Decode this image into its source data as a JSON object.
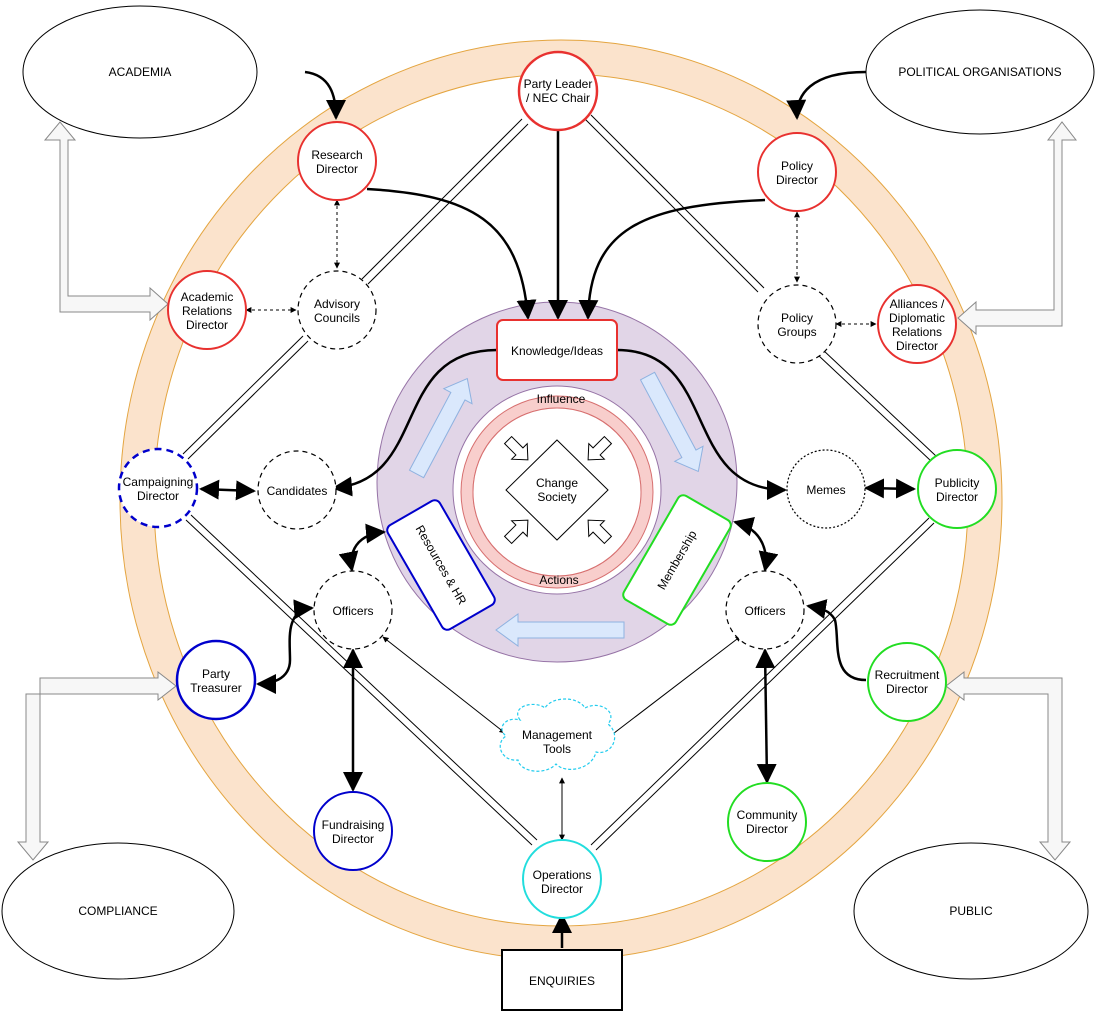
{
  "external": {
    "academia": "ACADEMIA",
    "political_organisations": "POLITICAL ORGANISATIONS",
    "compliance": "COMPLIANCE",
    "public": "PUBLIC",
    "enquiries": "ENQUIRIES"
  },
  "roles": {
    "party_leader": [
      "Party Leader",
      "/ NEC Chair"
    ],
    "research_director": [
      "Research",
      "Director"
    ],
    "policy_director": [
      "Policy",
      "Director"
    ],
    "academic_relations_director": [
      "Academic",
      "Relations",
      "Director"
    ],
    "alliances_director": [
      "Alliances /",
      "Diplomatic",
      "Relations",
      "Director"
    ],
    "campaigning_director": [
      "Campaigning",
      "Director"
    ],
    "publicity_director": [
      "Publicity",
      "Director"
    ],
    "party_treasurer": [
      "Party",
      "Treasurer"
    ],
    "recruitment_director": [
      "Recruitment",
      "Director"
    ],
    "fundraising_director": [
      "Fundraising",
      "Director"
    ],
    "community_director": [
      "Community",
      "Director"
    ],
    "operations_director": [
      "Operations",
      "Director"
    ]
  },
  "groups": {
    "advisory_councils": [
      "Advisory",
      "Councils"
    ],
    "policy_groups": [
      "Policy",
      "Groups"
    ],
    "candidates": "Candidates",
    "memes": "Memes",
    "officers_left": "Officers",
    "officers_right": "Officers",
    "management_tools": [
      "Management",
      "Tools"
    ]
  },
  "core": {
    "knowledge_ideas": "Knowledge/Ideas",
    "resources_hr": "Resources & HR",
    "membership": "Membership",
    "influence": "Influence",
    "actions": "Actions",
    "change_society": [
      "Change",
      "Society"
    ]
  },
  "colors": {
    "red": "#e8312f",
    "blue": "#0000cc",
    "green": "#22dd22",
    "cyan": "#22dddd",
    "orange_ring": "#fbe3cc",
    "orange_stroke": "#e4a540",
    "purple": "#e1d5e7",
    "purple_stroke": "#9673a6",
    "pink": "#f8cecc",
    "pink_stroke": "#d77070",
    "arrow_blue": "#dae8fc",
    "arrow_blue_stroke": "#8fb2e0"
  }
}
